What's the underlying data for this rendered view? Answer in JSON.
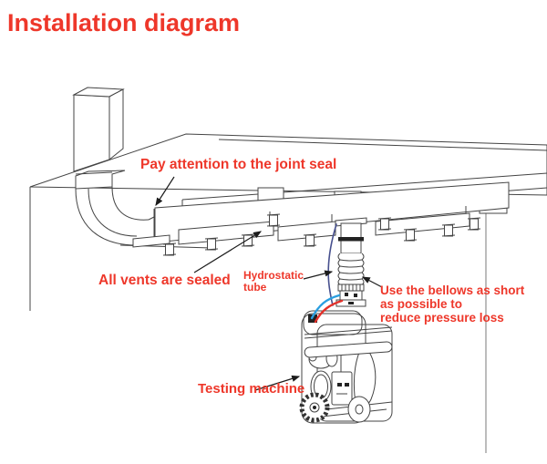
{
  "title": "Installation diagram",
  "colors": {
    "annotation_red": "#ee372a",
    "line_dark": "#444444",
    "tube_blue": "#2b9fe0",
    "tube_red": "#e3312a",
    "hydrostatic_blue": "#47508e",
    "wall_gray": "#999999"
  },
  "annotations": {
    "joint_seal": "Pay attention to the joint seal",
    "vents_sealed": "All vents are sealed",
    "hydrostatic_tube": "Hydrostatic\ntube",
    "bellows_note": "Use the bellows as short\nas possible to\nreduce pressure loss",
    "testing_machine": "Testing machine"
  },
  "diagram_parts": {
    "ceiling_slab": "ceiling-slab",
    "chimney": "vertical-chimney-duct",
    "elbow": "ninety-degree-elbow-duct",
    "duct_network": "branch-duct-network-with-vents",
    "vent_boxes": "vent-plenum-boxes",
    "bellows": "flexible-bellows-tube",
    "machine": "testing-machine-cart"
  }
}
